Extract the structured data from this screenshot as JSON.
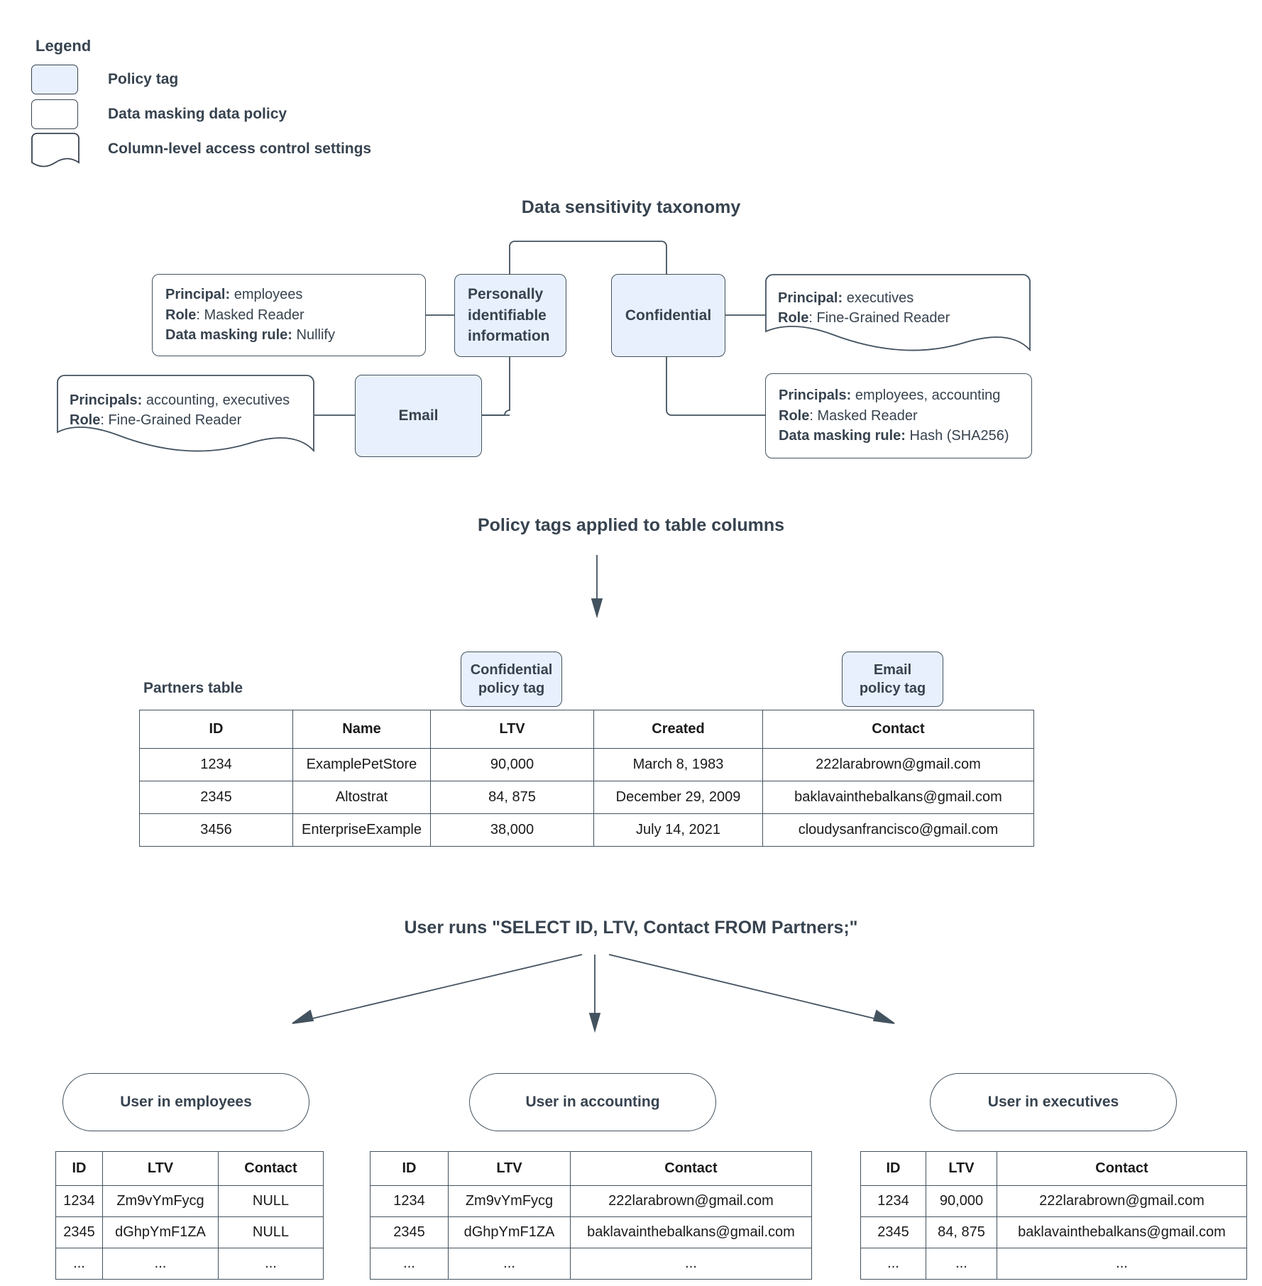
{
  "legend": {
    "title": "Legend",
    "items": [
      {
        "label": "Policy tag",
        "swatch": "policy-tag-swatch"
      },
      {
        "label": "Data masking data policy",
        "swatch": "data-masking-swatch"
      },
      {
        "label": "Column-level access control settings",
        "swatch": "column-access-swatch"
      }
    ]
  },
  "taxonomy": {
    "title": "Data sensitivity taxonomy",
    "tags": {
      "pii": "Personally identifiable information",
      "confidential": "Confidential",
      "email": "Email"
    },
    "policies": {
      "pii_masking": {
        "line1_label": "Principal:",
        "line1_value": " employees",
        "line2_label": "Role",
        "line2_value": ": Masked Reader",
        "line3_label": "Data masking rule:",
        "line3_value": " Nullify"
      },
      "email_access": {
        "line1_label": "Principals:",
        "line1_value": " accounting, executives",
        "line2_label": "Role",
        "line2_value": ": Fine-Grained Reader"
      },
      "confidential_access": {
        "line1_label": "Principal:",
        "line1_value": " executives",
        "line2_label": "Role",
        "line2_value": ": Fine-Grained Reader"
      },
      "confidential_masking": {
        "line1_label": "Principals:",
        "line1_value": " employees, accounting",
        "line2_label": "Role",
        "line2_value": ": Masked Reader",
        "line3_label": "Data masking rule:",
        "line3_value": " Hash (SHA256)"
      }
    }
  },
  "applied": {
    "title": "Policy tags applied to table columns",
    "partners_label": "Partners table",
    "chips": {
      "confidential": "Confidential\npolicy tag",
      "confidential_line1": "Confidential",
      "confidential_line2": "policy tag",
      "email_line1": "Email",
      "email_line2": "policy tag"
    },
    "table": {
      "headers": [
        "ID",
        "Name",
        "LTV",
        "Created",
        "Contact"
      ],
      "rows": [
        [
          "1234",
          "ExamplePetStore",
          "90,000",
          "March 8, 1983",
          "222larabrown@gmail.com"
        ],
        [
          "2345",
          "Altostrat",
          "84, 875",
          "December 29, 2009",
          "baklavainthebalkans@gmail.com"
        ],
        [
          "3456",
          "EnterpriseExample",
          "38,000",
          "July 14, 2021",
          "cloudysanfrancisco@gmail.com"
        ]
      ]
    }
  },
  "query": {
    "title": "User runs \"SELECT ID, LTV, Contact FROM Partners;\""
  },
  "results": [
    {
      "pill": "User in employees",
      "headers": [
        "ID",
        "LTV",
        "Contact"
      ],
      "rows": [
        [
          "1234",
          "Zm9vYmFycg",
          "NULL"
        ],
        [
          "2345",
          "dGhpYmF1ZA",
          "NULL"
        ],
        [
          "...",
          "...",
          "..."
        ]
      ]
    },
    {
      "pill": "User in accounting",
      "headers": [
        "ID",
        "LTV",
        "Contact"
      ],
      "rows": [
        [
          "1234",
          "Zm9vYmFycg",
          "222larabrown@gmail.com"
        ],
        [
          "2345",
          "dGhpYmF1ZA",
          "baklavainthebalkans@gmail.com"
        ],
        [
          "...",
          "...",
          "..."
        ]
      ]
    },
    {
      "pill": "User in executives",
      "headers": [
        "ID",
        "LTV",
        "Contact"
      ],
      "rows": [
        [
          "1234",
          "90,000",
          "222larabrown@gmail.com"
        ],
        [
          "2345",
          "84, 875",
          "baklavainthebalkans@gmail.com"
        ],
        [
          "...",
          "...",
          "..."
        ]
      ]
    }
  ],
  "colors": {
    "policy_tag_fill": "#e8f0fe",
    "stroke": "#43525f",
    "text": "#37434f"
  }
}
